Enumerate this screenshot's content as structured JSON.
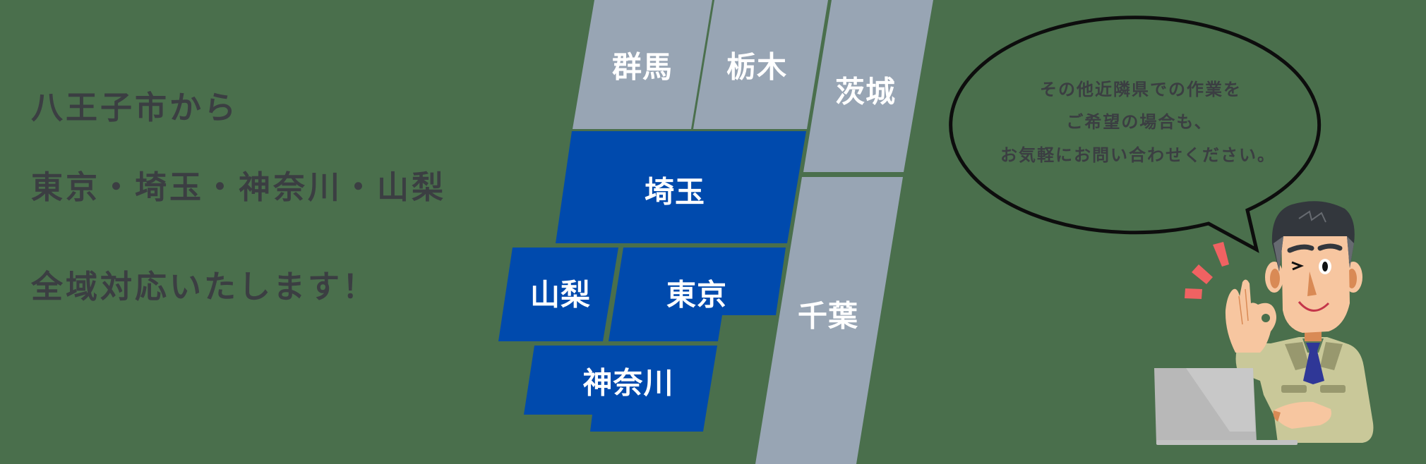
{
  "headline": {
    "line1": "八王子市から",
    "line2": "東京・埼玉・神奈川・山梨",
    "line3": "全域対応いたします！"
  },
  "map": {
    "colors": {
      "served": "#004aad",
      "other": "#98a5b4",
      "label": "#ffffff",
      "background": "#4a6f4c"
    },
    "regions": [
      {
        "id": "gunma",
        "label": "群馬",
        "served": false
      },
      {
        "id": "tochigi",
        "label": "栃木",
        "served": false
      },
      {
        "id": "ibaraki",
        "label": "茨城",
        "served": false
      },
      {
        "id": "saitama",
        "label": "埼玉",
        "served": true
      },
      {
        "id": "yamanashi",
        "label": "山梨",
        "served": true
      },
      {
        "id": "tokyo",
        "label": "東京",
        "served": true
      },
      {
        "id": "kanagawa",
        "label": "神奈川",
        "served": true
      },
      {
        "id": "chiba",
        "label": "千葉",
        "served": false
      }
    ]
  },
  "speech_bubble": {
    "lines": [
      "その他近隣県での作業を",
      "ご希望の場合も、",
      "お気軽にお問い合わせください。"
    ],
    "text_color": "#3b3e42"
  },
  "illustration": {
    "subject": "winking-businessman-ok-gesture-with-laptop",
    "accent_color": "#f06262"
  }
}
